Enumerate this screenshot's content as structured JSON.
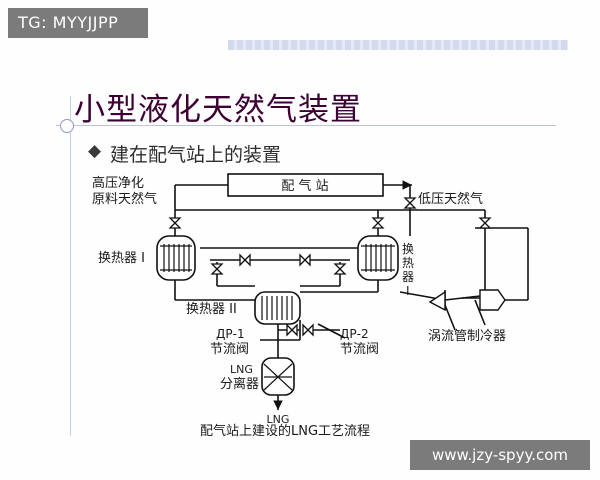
{
  "watermark_top": "TG: MYYJJPP",
  "watermark_bottom": "www.jzy-spyy.com",
  "slide": {
    "title": "小型液化天然气装置",
    "bullet_icon": "diamond-bullet-icon",
    "bullet_text": "建在配气站上的装置"
  },
  "diagram": {
    "station_label": "配 气 站",
    "input_label_1": "高压净化",
    "input_label_2": "原料天然气",
    "output_label": "低压天然气",
    "hx1_label": "换热器 I",
    "hx2_label_chars": [
      "换",
      "热",
      "器",
      "I"
    ],
    "hx3_label": "换热器 II",
    "valve1_label_1": "ДР-1",
    "valve1_label_2": "节流阀",
    "valve2_label_1": "ДР-2",
    "valve2_label_2": "节流阀",
    "separator_label_1": "LNG",
    "separator_label_2": "分离器",
    "product_label": "LNG",
    "vortex_label": "涡流管制冷器",
    "caption": "配气站上建设的LNG工艺流程"
  }
}
